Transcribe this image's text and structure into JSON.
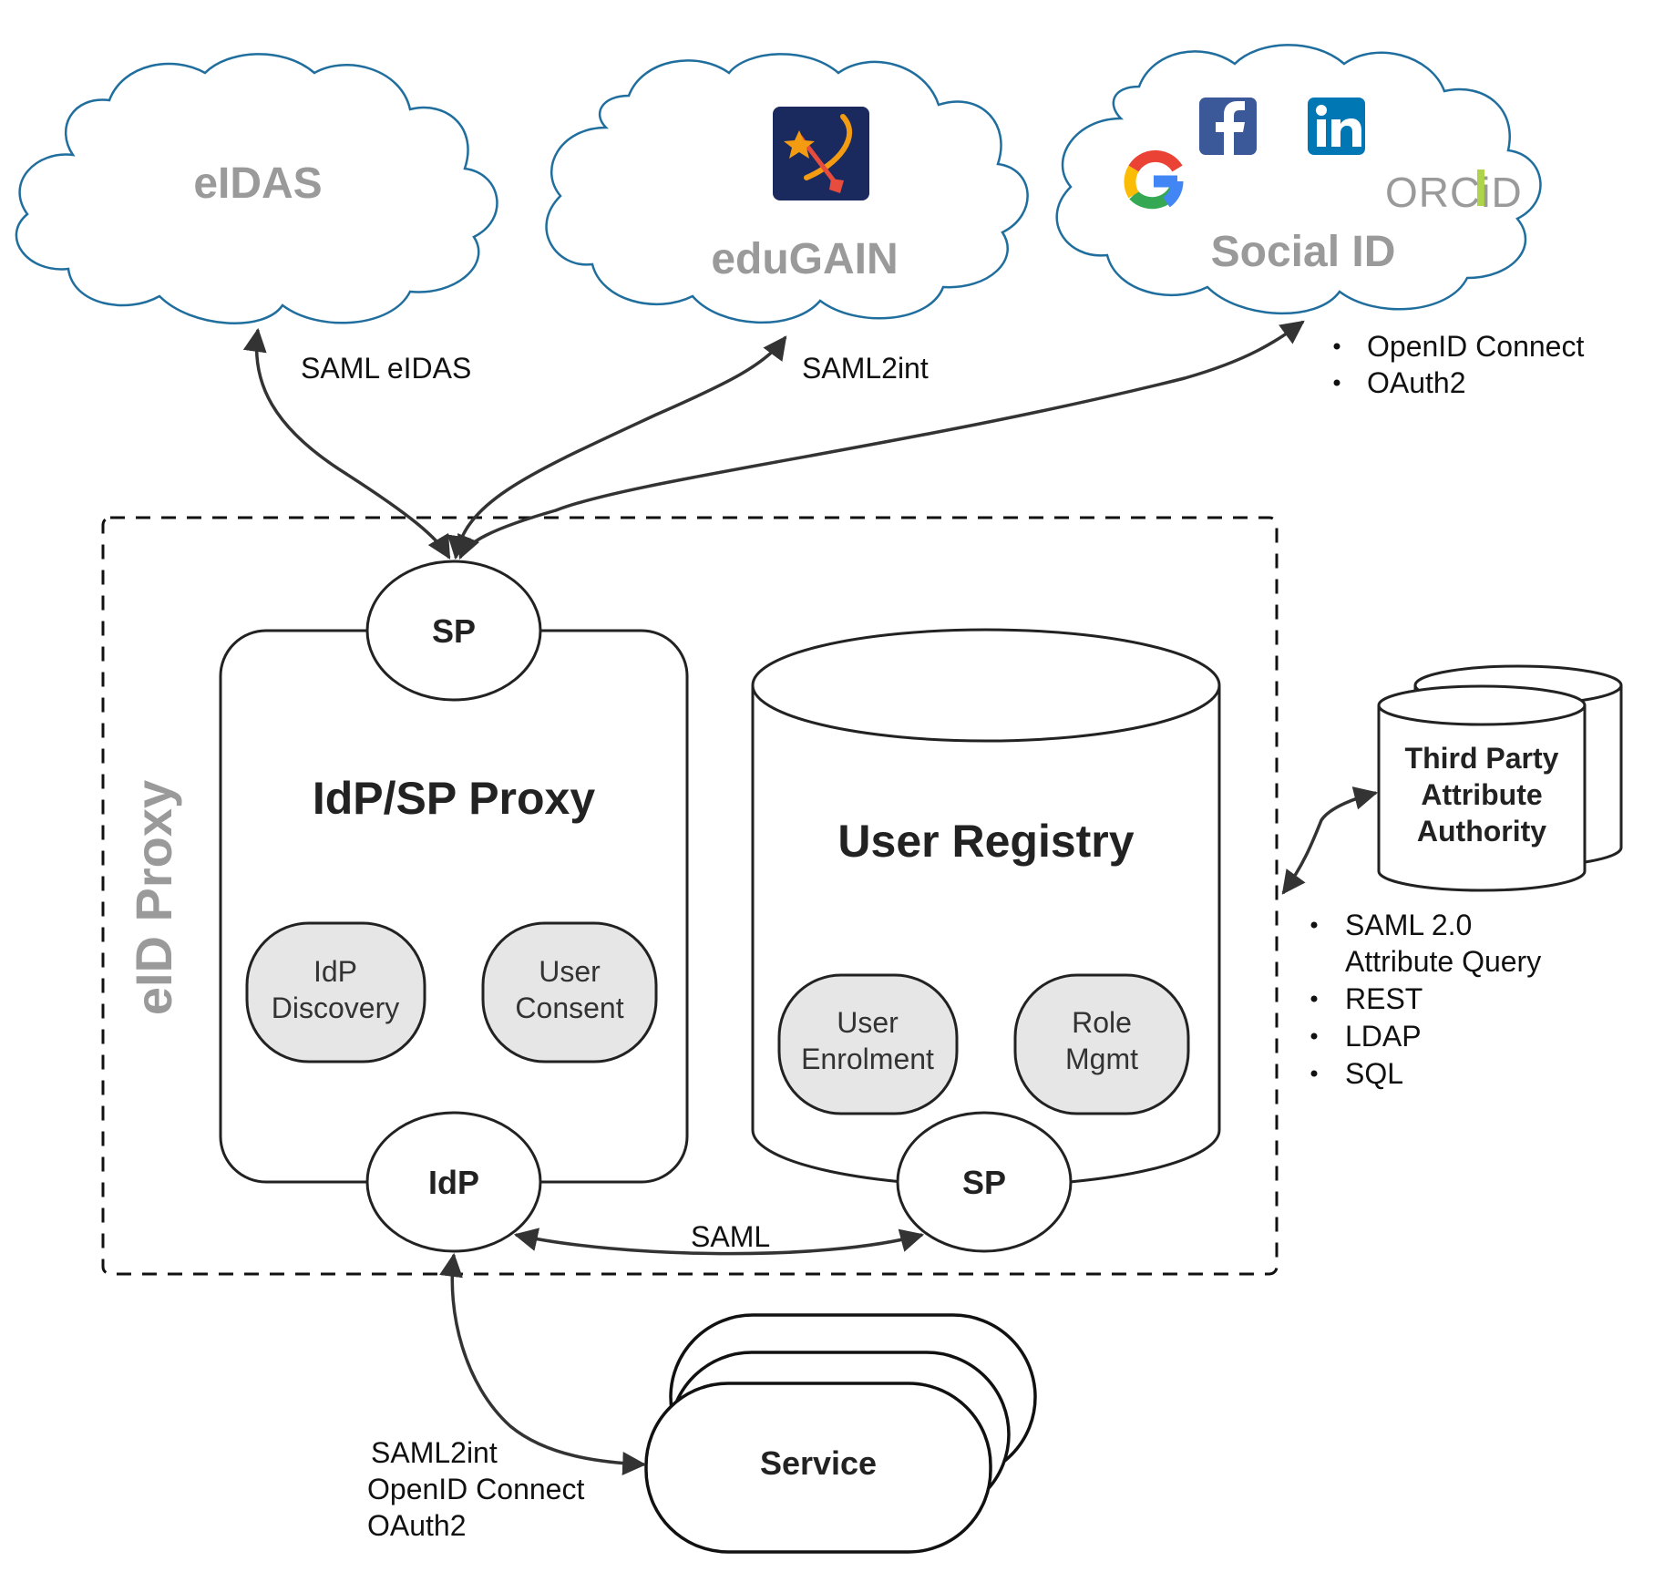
{
  "clouds": {
    "eidas": {
      "title": "eIDAS"
    },
    "edugain": {
      "title": "eduGAIN"
    },
    "social": {
      "title": "Social ID",
      "orcid": "ORCiD"
    }
  },
  "links": {
    "eidas": "SAML eIDAS",
    "edugain": "SAML2int",
    "social_bullets": [
      "OpenID Connect",
      "OAuth2"
    ],
    "internal": "SAML",
    "service": [
      "SAML2int",
      "OpenID Connect",
      "OAuth2"
    ],
    "tpa_bullets": [
      "SAML 2.0",
      "Attribute Query",
      "REST",
      "LDAP",
      "SQL"
    ]
  },
  "proxy": {
    "title": "eID Proxy",
    "idpsp": {
      "title": "IdP/SP Proxy",
      "sp": "SP",
      "idp": "IdP",
      "modules": [
        {
          "line1": "IdP",
          "line2": "Discovery"
        },
        {
          "line1": "User",
          "line2": "Consent"
        }
      ]
    },
    "registry": {
      "title": "User Registry",
      "sp": "SP",
      "modules": [
        {
          "line1": "User",
          "line2": "Enrolment"
        },
        {
          "line1": "Role",
          "line2": "Mgmt"
        }
      ]
    }
  },
  "tpa": {
    "lines": [
      "Third Party",
      "Attribute",
      "Authority"
    ]
  },
  "service": {
    "title": "Service"
  },
  "colors": {
    "cloud_stroke": "#1f6e9e",
    "pill_fill": "#e6e6e6",
    "facebook": "#3b5998",
    "linkedin": "#0077b5",
    "orcid_text": "#9a9a9a",
    "orcid_accent": "#a6ce39",
    "edugain_bg": "#1a2a5e"
  },
  "icons": [
    "edugain-logo-icon",
    "facebook-icon",
    "linkedin-icon",
    "google-icon"
  ]
}
